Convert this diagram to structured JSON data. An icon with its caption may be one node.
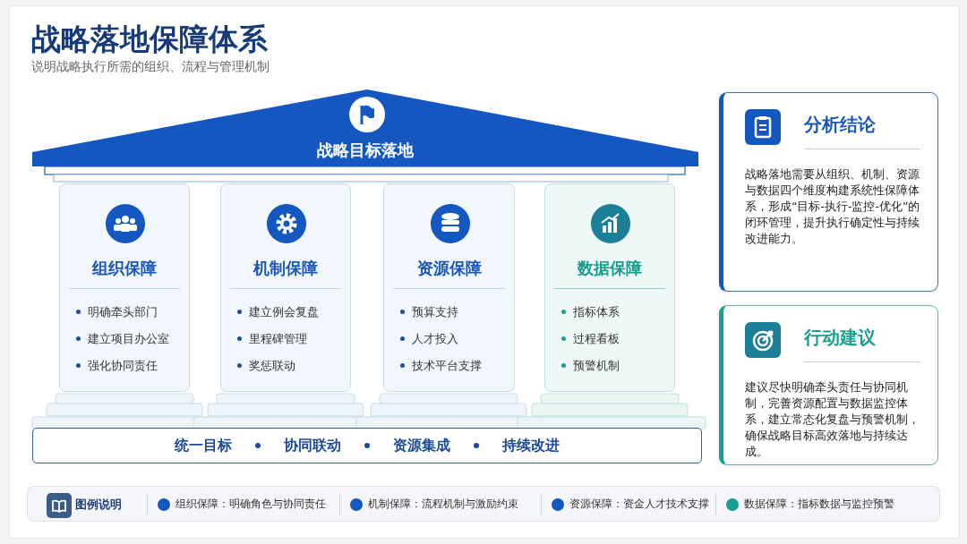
{
  "diagram": {
    "title": "战略落地保障体系",
    "nodes": [
      {
        "text": [
          "战略目标落地"
        ]
      },
      {
        "text": [
          "组织保障",
          "明确牵头部门",
          "建立项目办公室",
          "强化协同责任"
        ]
      },
      {
        "text": [
          "机制保障",
          "建立例会复盘",
          "里程碑管理",
          "奖惩联动"
        ]
      },
      {
        "text": [
          "资源保障",
          "预算支持",
          "人才投入",
          "技术平台支撑"
        ]
      },
      {
        "text": [
          "数据保障",
          "指标体系",
          "过程看板",
          "预警机制"
        ]
      },
      {
        "text": [
          "统一目标",
          "协同联动",
          "资源集成",
          "持续改进"
        ]
      },
      {
        "text": [
          "分析结论",
          "战略落地需要从组织、机制、资源与数据四个维度构建系统性保障体系，形成“目标-执行-监控-优化”的闭环管理，提升执行确定性与持续改进能力。"
        ]
      },
      {
        "text": [
          "行动建议",
          "建议尽快明确牵头责任与协同机制，完善资源配置与数据监控体系，建立常态化复盘与预警机制，确保战略目标高效落地与持续达成。"
        ]
      }
    ],
    "labels": [
      "说明战略执行所需的组织、流程与管理机制",
      "图例说明"
    ],
    "legend": [
      {
        "text": "组织保障：明确角色与协同责任",
        "color": "#1557c0"
      },
      {
        "text": "机制保障：流程机制与激励约束",
        "color": "#1557c0"
      },
      {
        "text": "资源保障：资金人才技术支撑",
        "color": "#1557c0"
      },
      {
        "text": "数据保障：指标数据与监控预警",
        "color": "#1a9e8f"
      }
    ]
  }
}
